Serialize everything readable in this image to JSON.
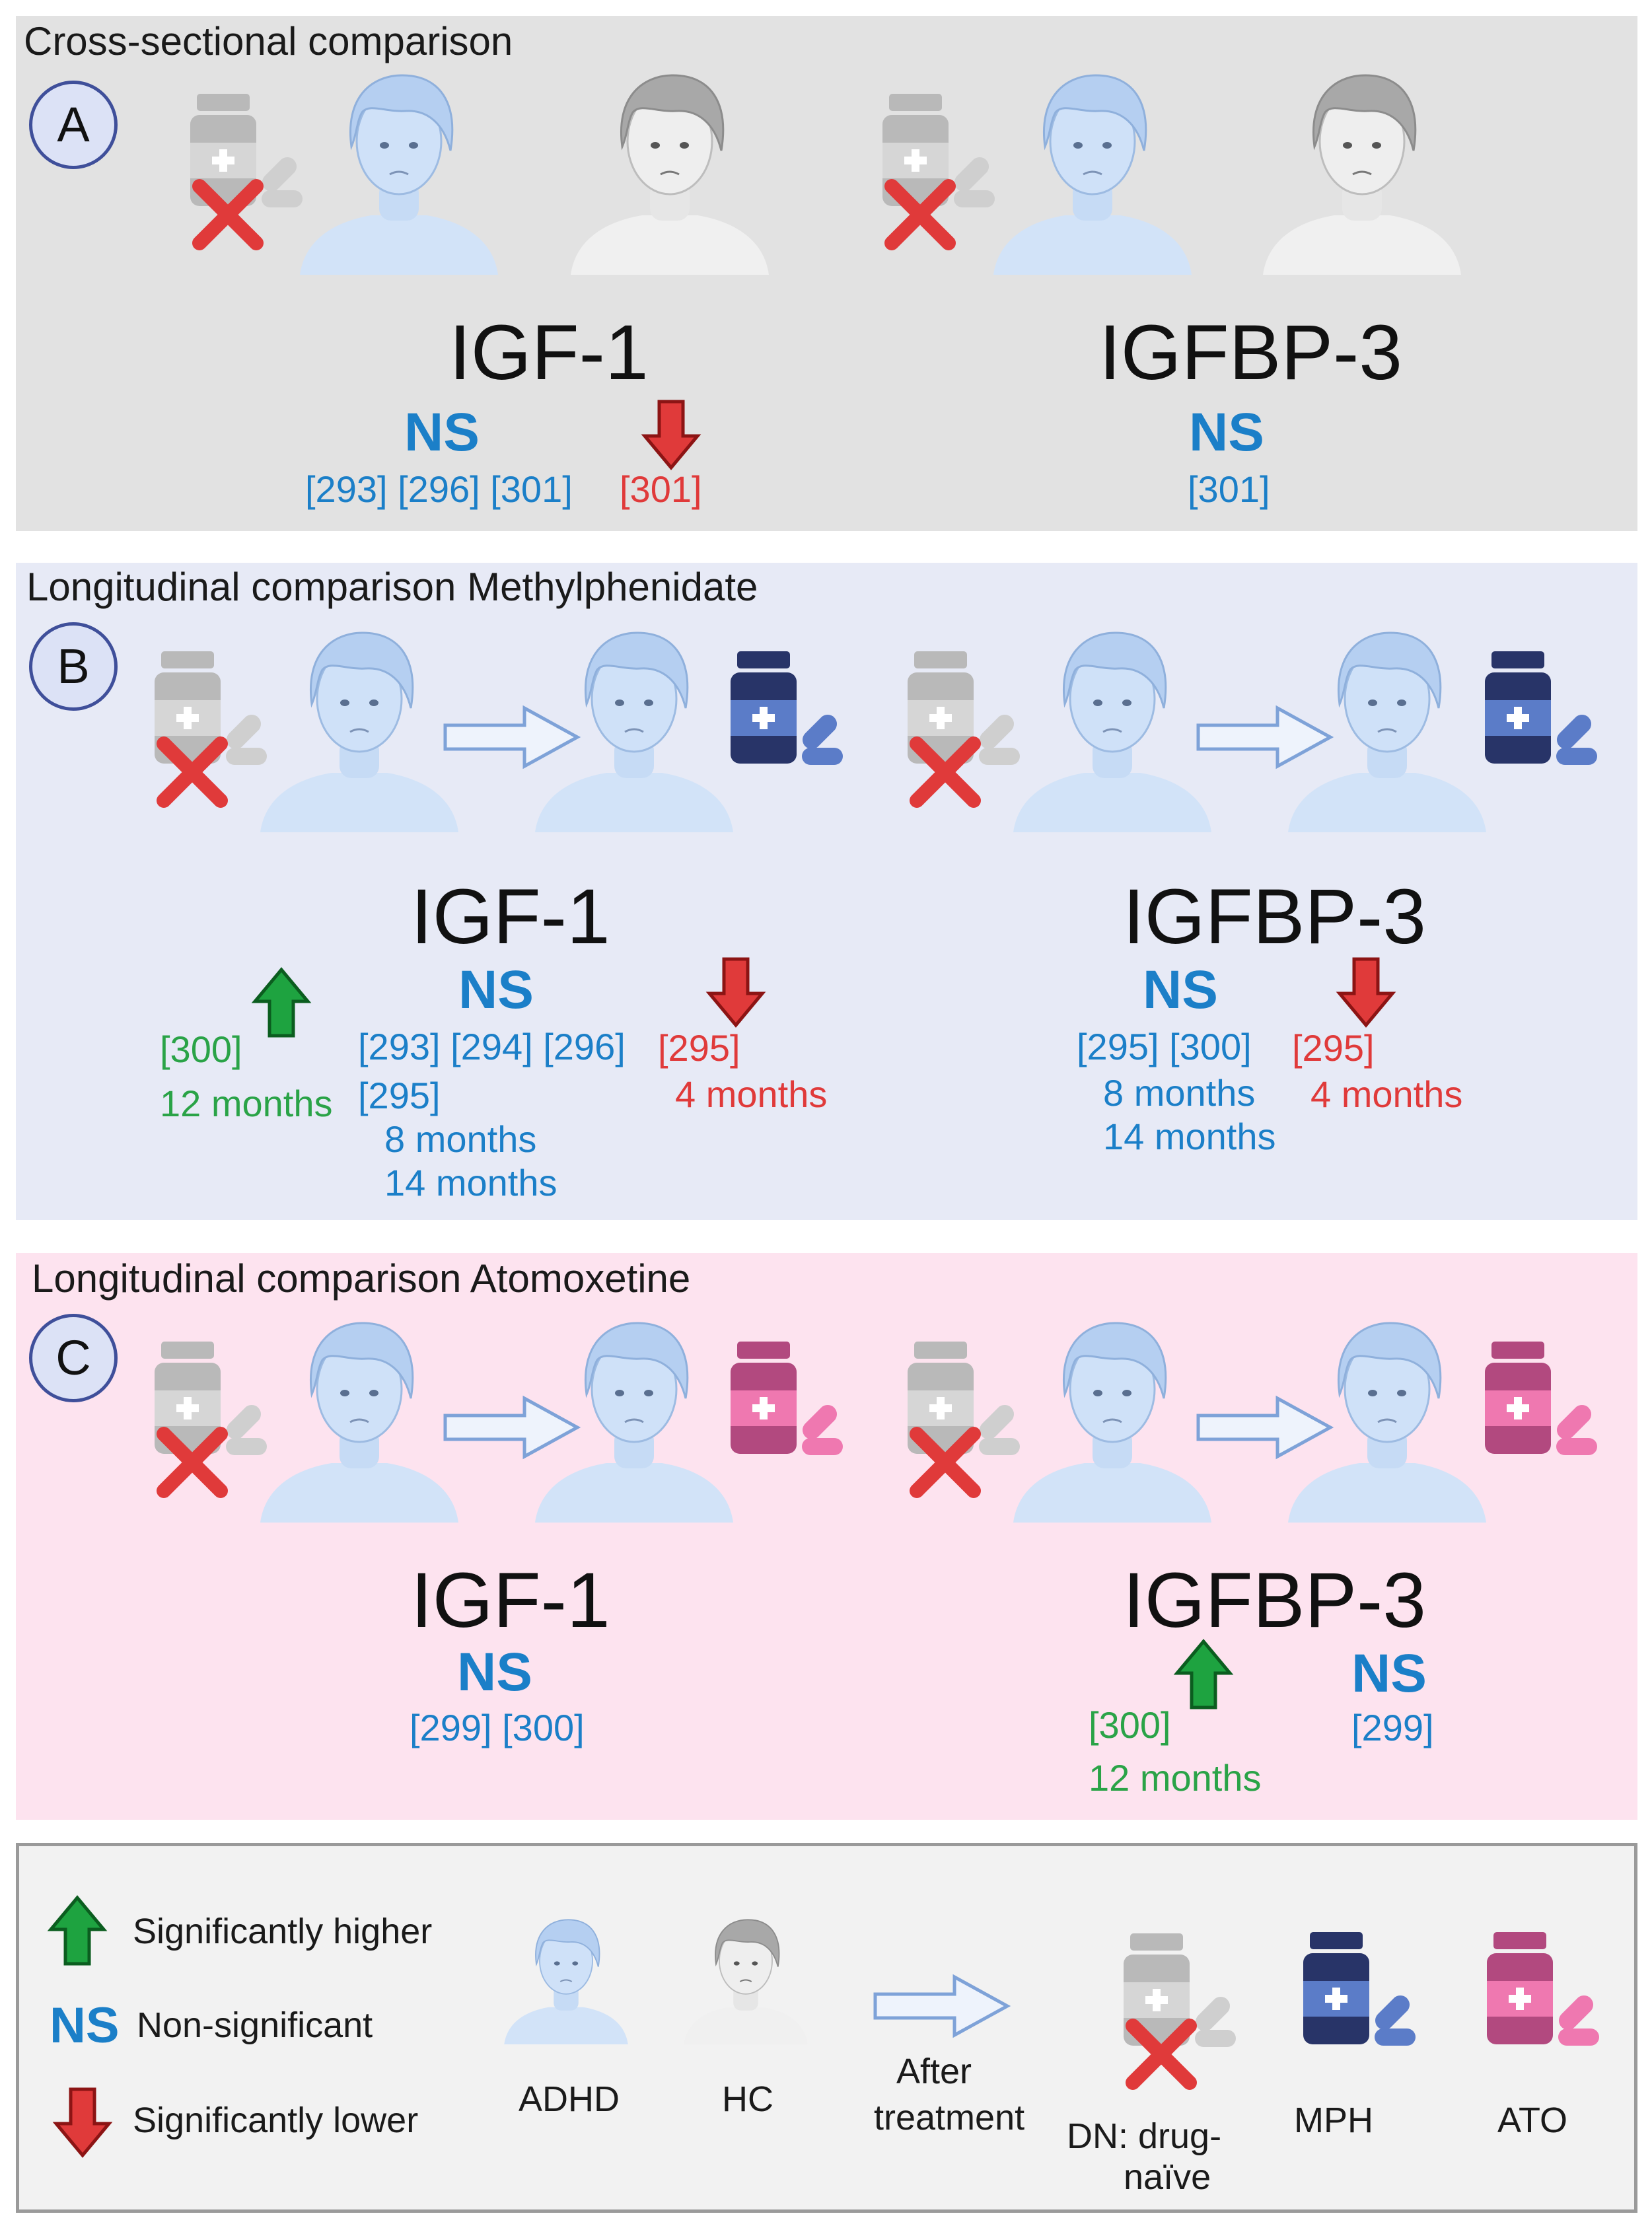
{
  "panels": {
    "a": {
      "badge": "A",
      "title": "Cross-sectional comparison",
      "left": {
        "marker": "IGF-1",
        "ns": "NS",
        "ns_refs": "[293] [296] [301]",
        "lower_refs": "[301]"
      },
      "right": {
        "marker": "IGFBP-3",
        "ns": "NS",
        "ns_refs": "[301]"
      }
    },
    "b": {
      "badge": "B",
      "title": "Longitudinal comparison Methylphenidate",
      "left": {
        "marker": "IGF-1",
        "higher_refs": "[300]",
        "higher_time": "12 months",
        "ns": "NS",
        "ns_refs_1": "[293] [294] [296]",
        "ns_refs_2": "[295]",
        "ns_time_1": "8 months",
        "ns_time_2": "14 months",
        "lower_refs": "[295]",
        "lower_time": "4 months"
      },
      "right": {
        "marker": "IGFBP-3",
        "ns": "NS",
        "ns_refs": "[295]  [300]",
        "ns_time_1": "8 months",
        "ns_time_2": "14 months",
        "lower_refs": "[295]",
        "lower_time": "4 months"
      }
    },
    "c": {
      "badge": "C",
      "title": "Longitudinal comparison Atomoxetine",
      "left": {
        "marker": "IGF-1",
        "ns": "NS",
        "ns_refs": "[299] [300]"
      },
      "right": {
        "marker": "IGFBP-3",
        "higher_refs": "[300]",
        "higher_time": "12 months",
        "ns": "NS",
        "ns_refs": "[299]"
      }
    }
  },
  "legend": {
    "higher": "Significantly higher",
    "ns_symbol": "NS",
    "ns": "Non-significant",
    "lower": "Significantly lower",
    "adhd": "ADHD",
    "hc": "HC",
    "after_1": "After",
    "after_2": "treatment",
    "dn_1": "DN: drug-",
    "dn_2": "naïve",
    "mph": "MPH",
    "ato": "ATO"
  },
  "colors": {
    "ns_blue": "#1b7fc8",
    "lower_red": "#e03a3a",
    "higher_green": "#2aa347",
    "mph_bottle": "#283468",
    "ato_bottle": "#b2497f"
  }
}
